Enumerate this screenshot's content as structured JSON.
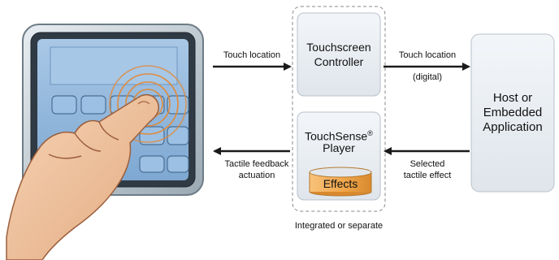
{
  "labels": {
    "touch_location_left": "Touch location",
    "touch_location_right": "Touch location",
    "digital": "(digital)",
    "tactile_feedback_line1": "Tactile feedback",
    "tactile_feedback_line2": "actuation",
    "selected_line1": "Selected",
    "selected_line2": "tactile effect",
    "integrated": "Integrated or separate"
  },
  "boxes": {
    "controller_line1": "Touchscreen",
    "controller_line2": "Controller",
    "player_line1": "TouchSense",
    "player_reg": "®",
    "player_line2": "Player",
    "effects": "Effects",
    "host_line1": "Host or",
    "host_line2": "Embedded",
    "host_line3": "Application"
  },
  "colors": {
    "box_fill": "#e9eef3",
    "box_stroke": "#b9c2cb",
    "screen": "#8fb6dc",
    "effects": "#f0a64a",
    "arrow": "#1a1a1a"
  }
}
